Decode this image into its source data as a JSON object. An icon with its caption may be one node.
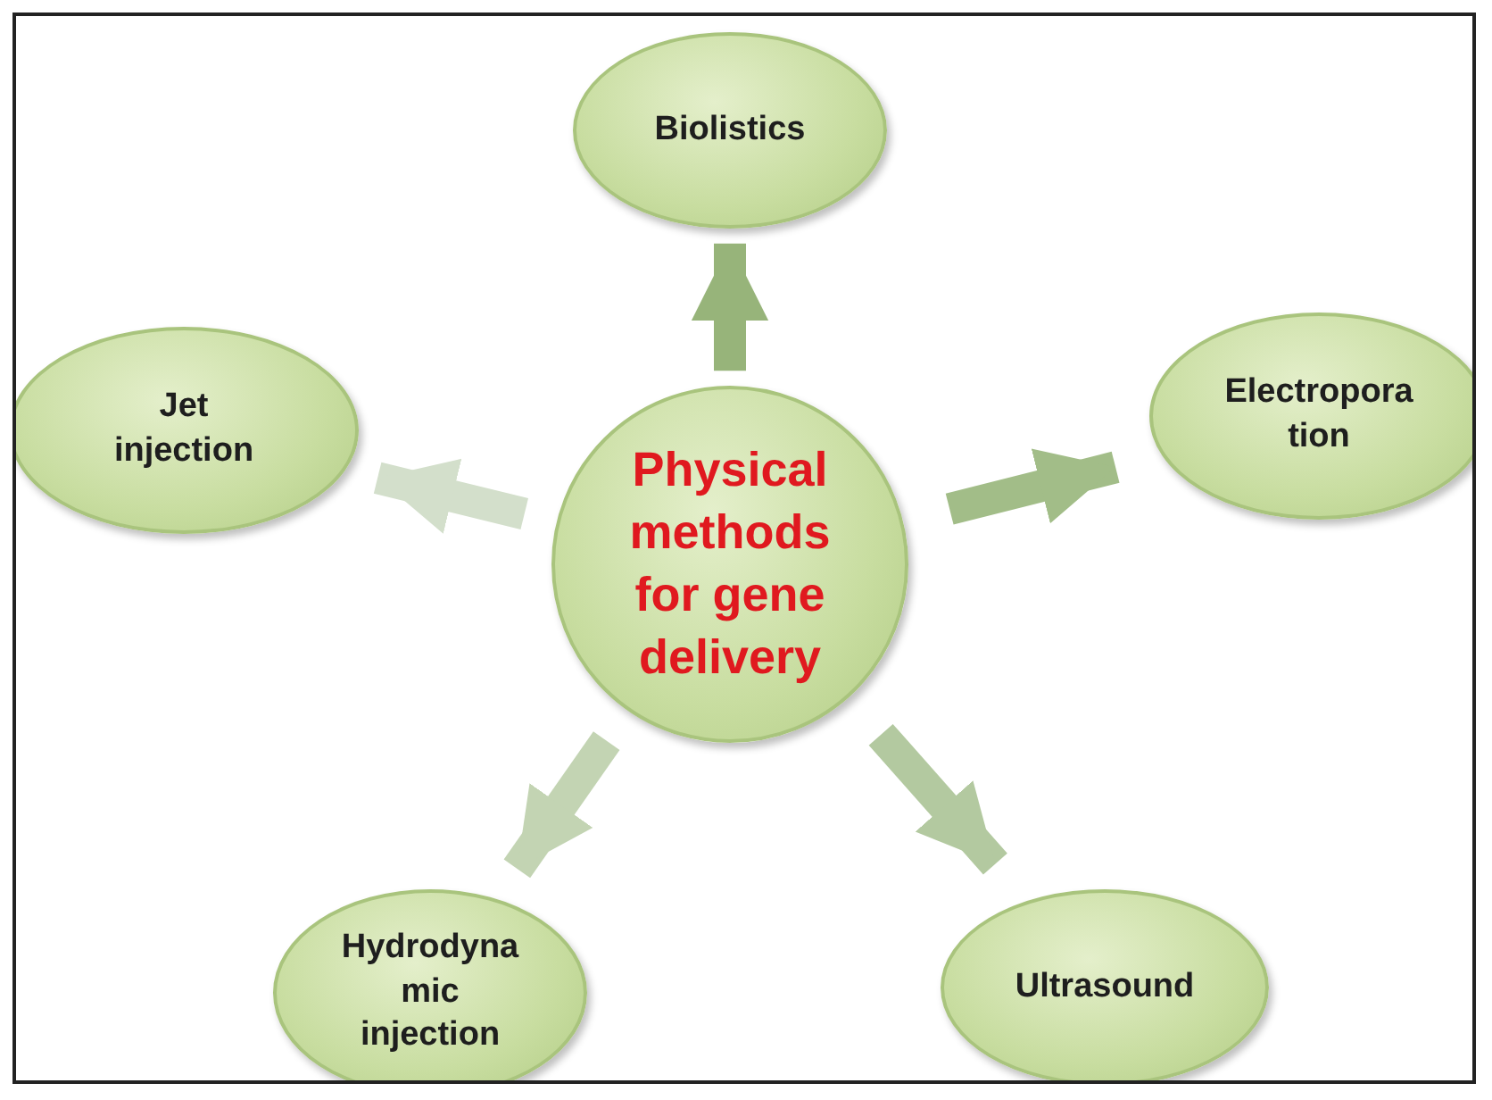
{
  "diagram": {
    "nodes": [
      {
        "text": [
          "Biolistics"
        ]
      },
      {
        "text": [
          "Jet injection"
        ]
      },
      {
        "text": [
          "Physical methods for gene delivery"
        ]
      },
      {
        "text": [
          "Electropora tion"
        ]
      },
      {
        "text": [
          "Hydrodyna mic injection"
        ]
      },
      {
        "text": [
          "Ultrasound"
        ]
      }
    ],
    "edges": [
      {
        "from": 2,
        "to": 0,
        "arrow": "to",
        "color": "#97b47a"
      },
      {
        "from": 2,
        "to": 3,
        "arrow": "to",
        "color": "#a2bd88"
      },
      {
        "from": 2,
        "to": 5,
        "arrow": "to",
        "color": "#b3c9a0"
      },
      {
        "from": 2,
        "to": 4,
        "arrow": "to",
        "color": "#c3d4b3"
      },
      {
        "from": 2,
        "to": 1,
        "arrow": "to",
        "color": "#d3dfcb"
      }
    ]
  }
}
